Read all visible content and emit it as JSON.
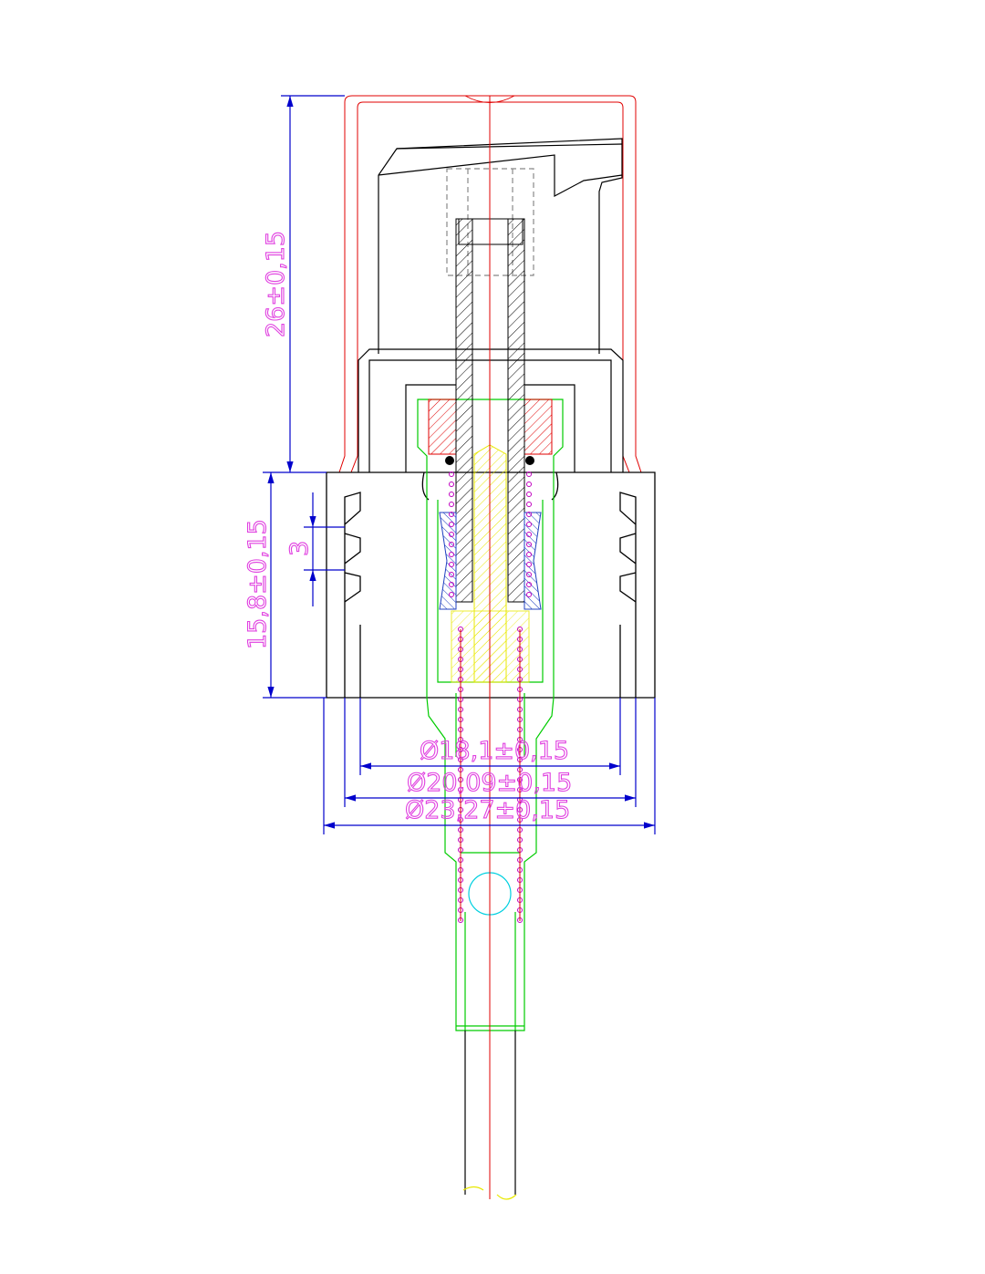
{
  "drawing": {
    "title": "Lotion pump technical drawing",
    "dimensions": {
      "overall_head_height": "26±0,15",
      "closure_height": "15,8±0,15",
      "thread_pitch": "3",
      "inner_diameter": "Ø18,1±0,15",
      "thread_diameter": "Ø20,09±0,15",
      "outer_diameter": "Ø23,27±0,15"
    },
    "colors": {
      "outline": "#000000",
      "cap": "#e00000",
      "housing": "#00cc00",
      "dimension_line": "#0000cc",
      "dimension_text": "#e040e0",
      "piston": "#e8e800",
      "seal": "#2040c0",
      "spring": "#c000c0",
      "ball": "#00d0e0"
    }
  }
}
